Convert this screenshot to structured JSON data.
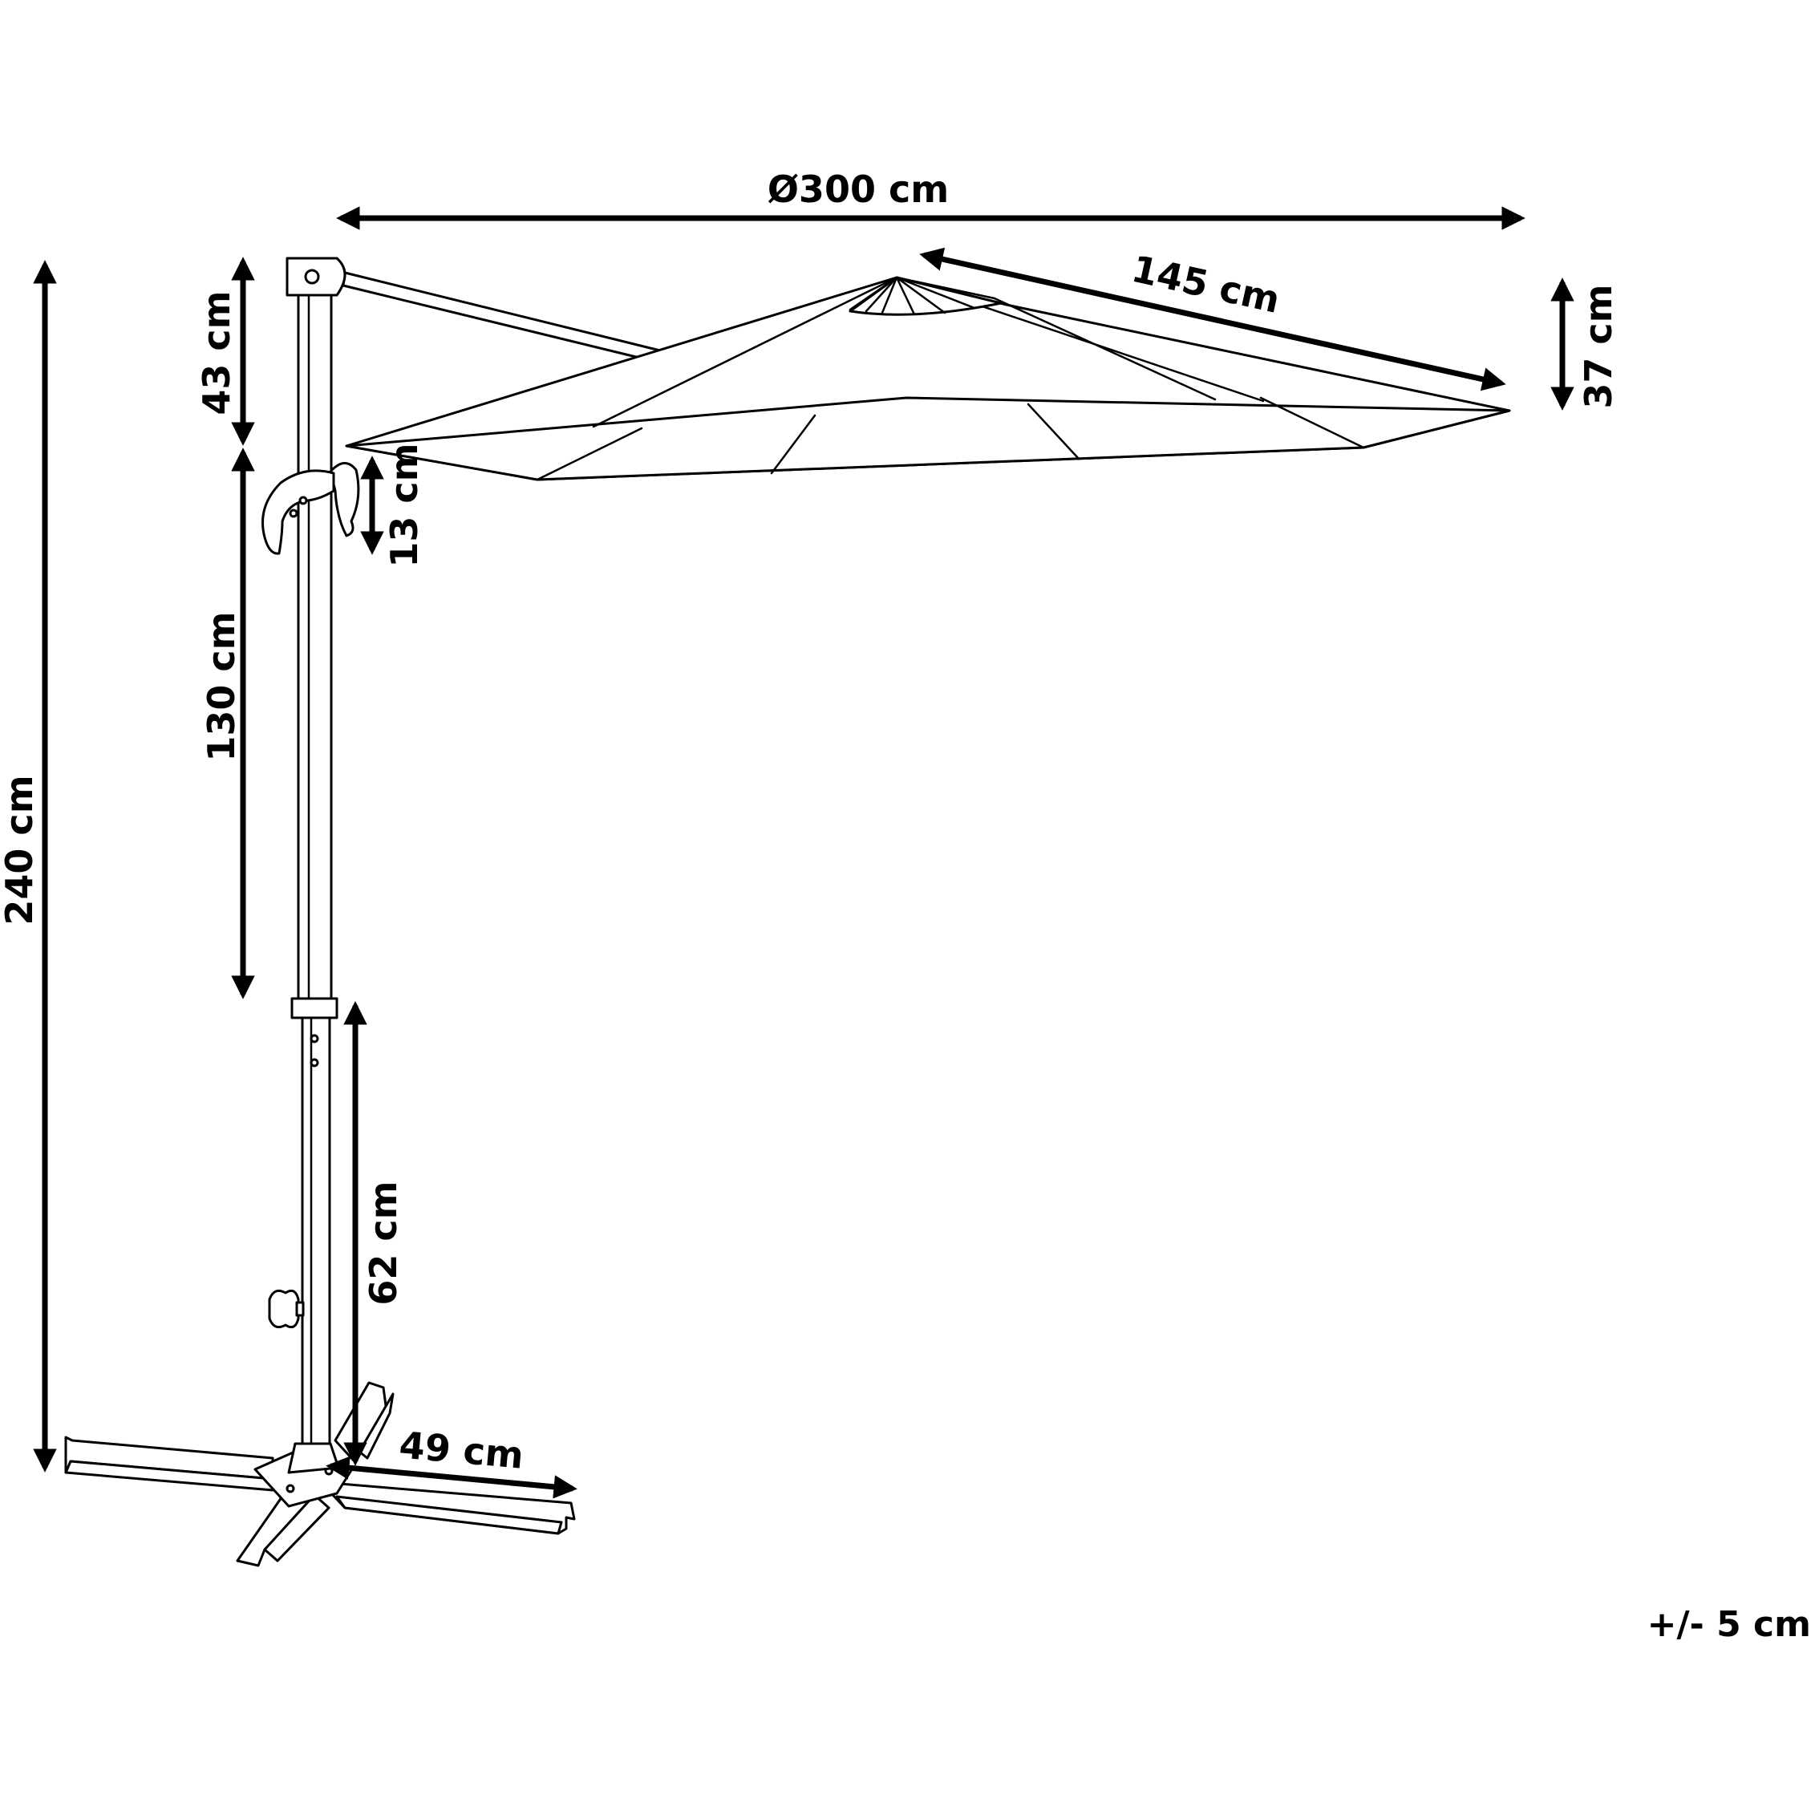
{
  "dimensions": {
    "canopy_diameter": "Ø300 cm",
    "rib_length": "145 cm",
    "canopy_drop": "37 cm",
    "total_height": "240 cm",
    "top_section": "43 cm",
    "handle_height": "13 cm",
    "mid_section": "130 cm",
    "lower_section": "62 cm",
    "base_arm": "49 cm"
  },
  "tolerance": "+/- 5 cm"
}
